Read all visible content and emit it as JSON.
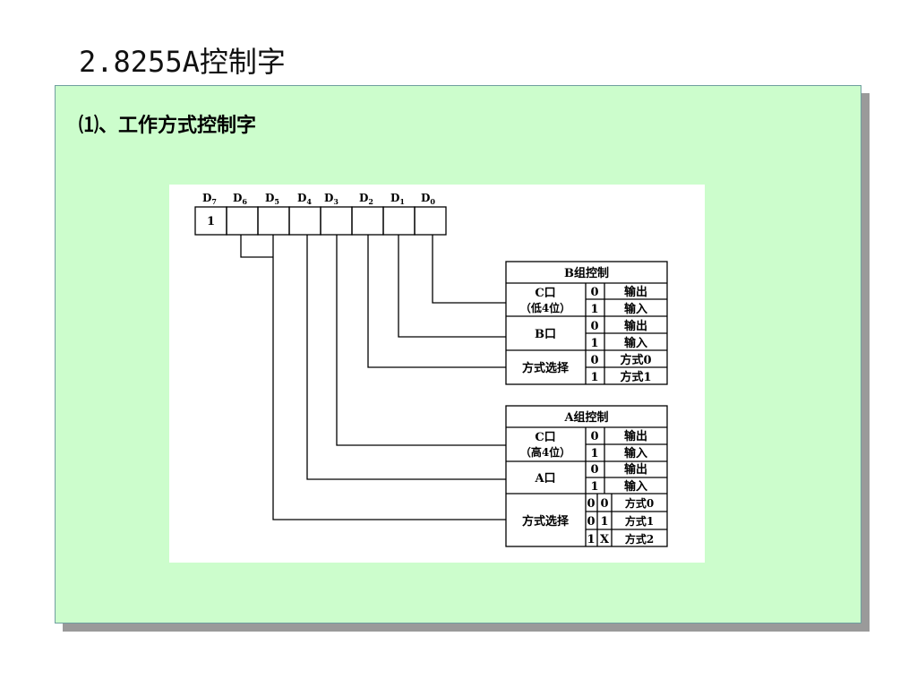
{
  "slide": {
    "title": "2.8255A控制字",
    "subtitle": "⑴、工作方式控制字"
  },
  "diagram": {
    "bits": {
      "d7": {
        "base": "D",
        "sub": "7"
      },
      "d6": {
        "base": "D",
        "sub": "6"
      },
      "d5": {
        "base": "D",
        "sub": "5"
      },
      "d4": {
        "base": "D",
        "sub": "4"
      },
      "d3": {
        "base": "D",
        "sub": "3"
      },
      "d2": {
        "base": "D",
        "sub": "2"
      },
      "d1": {
        "base": "D",
        "sub": "1"
      },
      "d0": {
        "base": "D",
        "sub": "0"
      }
    },
    "d7_value": "1",
    "group_b": {
      "header": "B组控制",
      "portc_label1": "C口",
      "portc_label2": "（低4位）",
      "portc_opt0_code": "0",
      "portc_opt0_text": "输出",
      "portc_opt1_code": "1",
      "portc_opt1_text": "输入",
      "portb_label": "B口",
      "portb_opt0_code": "0",
      "portb_opt0_text": "输出",
      "portb_opt1_code": "1",
      "portb_opt1_text": "输入",
      "mode_label": "方式选择",
      "mode_opt0_code": "0",
      "mode_opt0_text": "方式0",
      "mode_opt1_code": "1",
      "mode_opt1_text": "方式1"
    },
    "group_a": {
      "header": "A组控制",
      "portc_label1": "C口",
      "portc_label2": "（高4位）",
      "portc_opt0_code": "0",
      "portc_opt0_text": "输出",
      "portc_opt1_code": "1",
      "portc_opt1_text": "输入",
      "porta_label": "A口",
      "porta_opt0_code": "0",
      "porta_opt0_text": "输出",
      "porta_opt1_code": "1",
      "porta_opt1_text": "输入",
      "mode_label": "方式选择",
      "mode_r0_c1": "0",
      "mode_r0_c2": "0",
      "mode_r0_text": "方式0",
      "mode_r1_c1": "0",
      "mode_r1_c2": "1",
      "mode_r1_text": "方式1",
      "mode_r2_c1": "1",
      "mode_r2_c2": "X",
      "mode_r2_text": "方式2"
    }
  }
}
